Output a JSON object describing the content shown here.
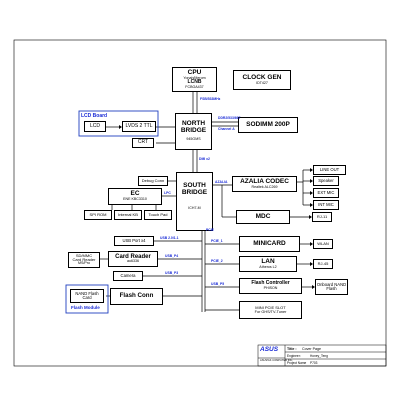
{
  "blocks": {
    "cpu": {
      "title": "CPU",
      "sub1": "Yonah/Merom",
      "sub2": "LCNB",
      "sub3": "FCBGA437"
    },
    "clockgen": {
      "title": "CLOCK GEN",
      "sub": "IDT427"
    },
    "northbridge": {
      "title": "NORTH BRIDGE",
      "sub": "945GMS"
    },
    "sodimm": {
      "title": "SODIMM 200P"
    },
    "lcd_board": {
      "label": "LCD Board"
    },
    "lcd": {
      "title": "LCD"
    },
    "lvds": {
      "title": "LVDS 2 TTL"
    },
    "crt": {
      "title": "CRT"
    },
    "debug": {
      "title": "Debug Conn"
    },
    "ec": {
      "title": "EC",
      "sub": "ENE KBC3310"
    },
    "spirom": {
      "title": "SPI ROM"
    },
    "internalkb": {
      "title": "Internal KB"
    },
    "touchpad": {
      "title": "Touch Pad"
    },
    "southbridge": {
      "title": "SOUTH BRIDGE",
      "sub": "ICH7-M"
    },
    "azalia": {
      "title": "AZALIA CODEC",
      "sub": "Realtek ALC269"
    },
    "lineout": {
      "title": "LINE OUT"
    },
    "speaker": {
      "title": "Speaker"
    },
    "extmic": {
      "title": "EXT MIC"
    },
    "intmic": {
      "title": "INT MIC"
    },
    "mdc": {
      "title": "MDC"
    },
    "rj11": {
      "title": "RJ-11"
    },
    "usbport": {
      "title": "USB Port x4"
    },
    "sdmmc": {
      "title": "SD/MMC",
      "sub1": "Card Reader",
      "sub2": "MS/Pro"
    },
    "cardreader": {
      "title": "Card Reader",
      "sub": "au6336"
    },
    "camera": {
      "title": "Camera"
    },
    "minicard": {
      "title": "MINICARD"
    },
    "wlan": {
      "title": "WLAN"
    },
    "lan": {
      "title": "LAN",
      "sub": "Atheros L2"
    },
    "rj45": {
      "title": "RJ-45"
    },
    "nand_card": {
      "title": "NAND Flash Card"
    },
    "flash_module": {
      "label": "Flash Module"
    },
    "flashconn": {
      "title": "Flash Conn"
    },
    "flashctrl": {
      "title": "Flash Controller",
      "sub": "PHISON"
    },
    "onboardnand": {
      "title": "Onboard NAND Flash"
    },
    "minipci": {
      "line1": "MINI PCIE SLOT",
      "line2": "For GHS/TV-Tuner"
    }
  },
  "buses": {
    "fsb": "FSB/533MHz",
    "ddr": "DDR2/533/667",
    "channel": "Channel A",
    "dmi": "DMI x2",
    "lpc": "LPC",
    "azalia": "AZALIA",
    "pcie": "PCIE",
    "usb": "USB 2.0/1.1",
    "pcie1": "PCIE_1",
    "pcie2": "PCIE_2",
    "usb2": "USB_P4",
    "usb3": "USB_P3",
    "usb5": "USB_P5"
  },
  "titleblock": {
    "brand": "ASUS",
    "title_label": "Title :",
    "title_value": "Cover Page",
    "engineer": "Engineer:",
    "engineer_name": "Honey_Teng",
    "company": "ASUSTeK COMPUTER INC.",
    "project": "Project Name",
    "project_value": "P703"
  },
  "colors": {
    "line": "#000000",
    "bus_label": "#1a2bd6",
    "board_outline": "#1f3fbf"
  }
}
